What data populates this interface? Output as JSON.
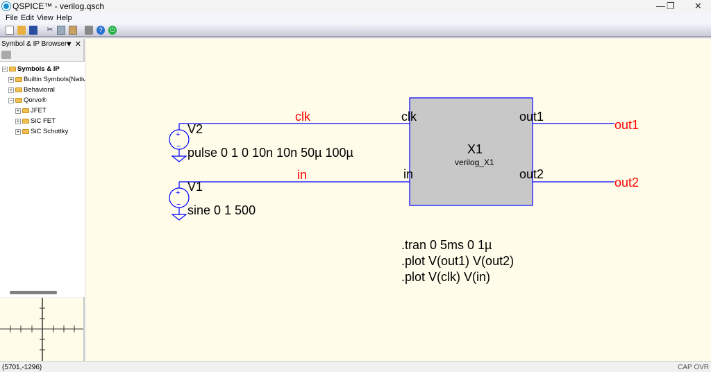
{
  "window": {
    "title": "QSPICE™ - verilog.qsch",
    "minimize": "—",
    "restore": "❐",
    "close": "✕"
  },
  "menu": [
    "File",
    "Edit",
    "View",
    "Help"
  ],
  "toolbar": [
    "new-icon",
    "open-icon",
    "save-icon",
    "cut-icon",
    "copy-icon",
    "paste-icon",
    "print-icon",
    "help-icon",
    "run-icon"
  ],
  "browser": {
    "title": "Symbol & IP Browser",
    "pin": "▼",
    "close": "✕",
    "tree": [
      {
        "label": "Symbols & IP",
        "expanded": true
      },
      {
        "label": "Builtin Symbols(Native)",
        "expanded": false
      },
      {
        "label": "Behavioral",
        "expanded": false
      },
      {
        "label": "Qorvo®",
        "expanded": true
      },
      {
        "label": "JFET",
        "expanded": false
      },
      {
        "label": "SiC FET",
        "expanded": false
      },
      {
        "label": "SiC Schottky",
        "expanded": false
      }
    ]
  },
  "schematic": {
    "v2": {
      "name": "V2",
      "value": "pulse 0 1 0 10n 10n 50µ 100µ",
      "net": "clk"
    },
    "v1": {
      "name": "V1",
      "value": "sine 0 1 500",
      "net": "in"
    },
    "block": {
      "name": "X1",
      "type": "verilog_X1",
      "pins": {
        "clk": "clk",
        "in": "in",
        "out1": "out1",
        "out2": "out2"
      }
    },
    "outputs": {
      "out1": "out1",
      "out2": "out2"
    },
    "directives": [
      ".tran 0 5ms 0 1µ",
      ".plot V(out1) V(out2)",
      ".plot V(clk) V(in)"
    ],
    "colors": {
      "wire": "#0000ff",
      "net_label": "#ff0000",
      "block_fill": "#c8c8c8"
    }
  },
  "status": {
    "coords": "(5701,-1296)",
    "cap": "CAP",
    "ovr": "OVR"
  }
}
